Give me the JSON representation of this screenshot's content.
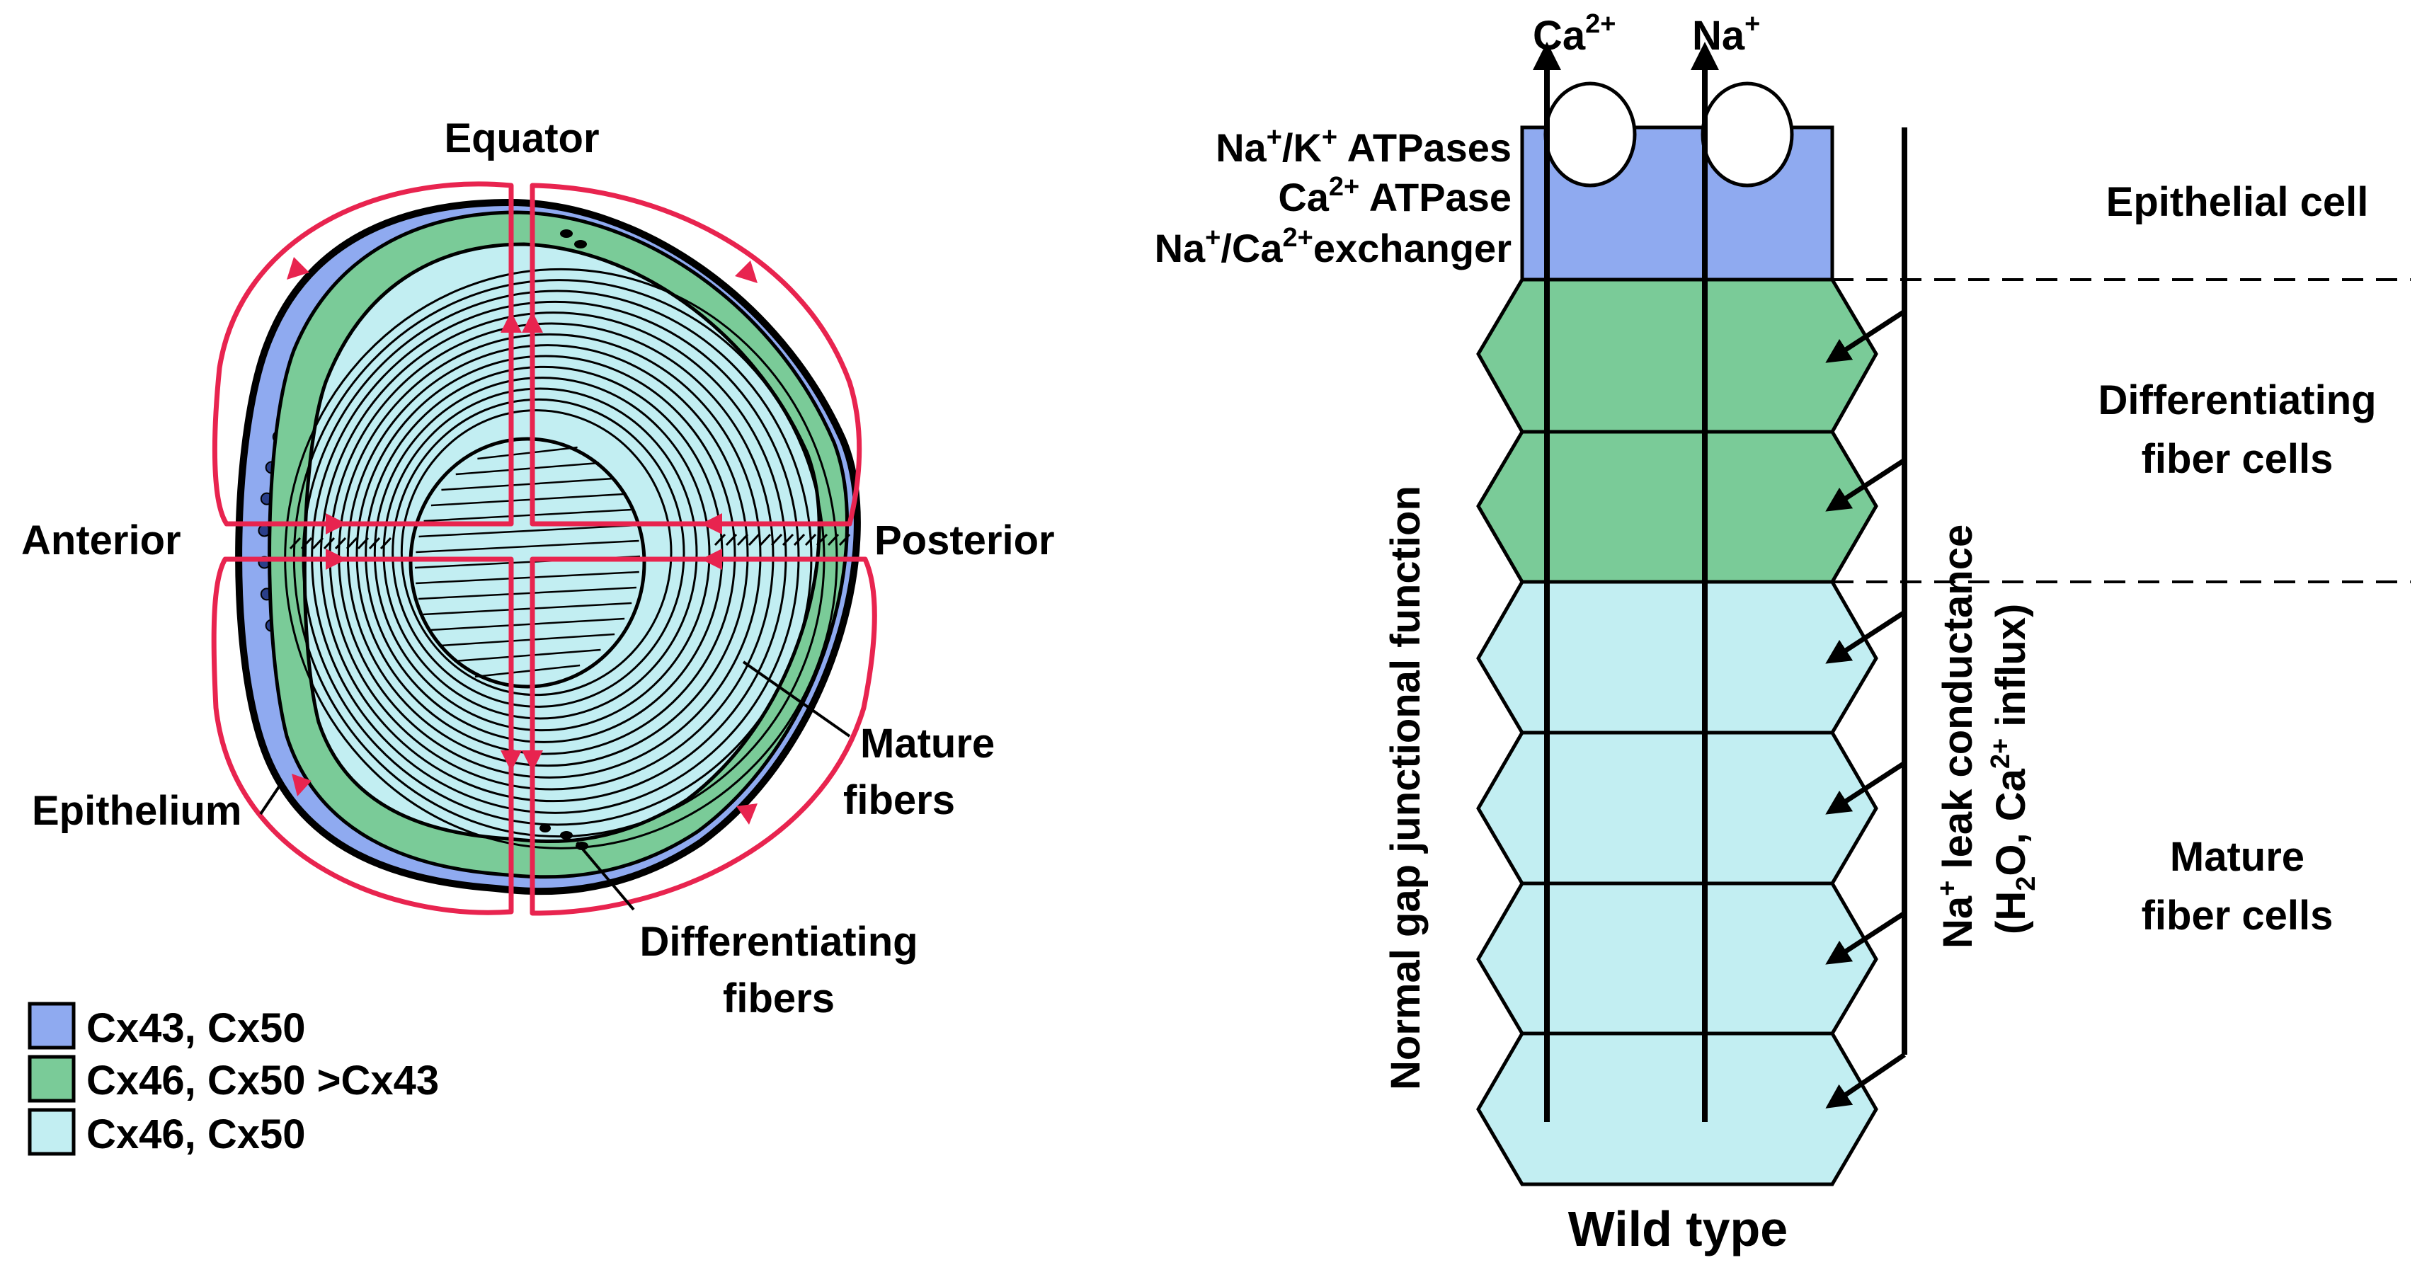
{
  "colors": {
    "epithelium": "#8faaf0",
    "differentiating": "#7acb98",
    "mature": "#c2eef2",
    "circulation": "#e8244f",
    "outline": "#000000"
  },
  "lens": {
    "equator": "Equator",
    "anterior": "Anterior",
    "posterior": "Posterior",
    "epithelium": "Epithelium",
    "mature_line1": "Mature",
    "mature_line2": "fibers",
    "diff_line1": "Differentiating",
    "diff_line2": "fibers"
  },
  "legend": [
    {
      "label": "Cx43, Cx50",
      "color": "#8faaf0"
    },
    {
      "label": "Cx46, Cx50 >Cx43",
      "color": "#7acb98"
    },
    {
      "label": "Cx46, Cx50",
      "color": "#c2eef2"
    }
  ],
  "model": {
    "ca": "Ca",
    "ca_sup": "2+",
    "na": "Na",
    "na_sup": "+",
    "pump1_a": "Na",
    "pump1_s1": "+",
    "pump1_b": "/K",
    "pump1_s2": "+",
    "pump1_c": " ATPases",
    "pump2_a": "Ca",
    "pump2_s": "2+",
    "pump2_b": " ATPase",
    "pump3_a": "Na",
    "pump3_s1": "+",
    "pump3_b": "/Ca",
    "pump3_s2": "2+",
    "pump3_c": "exchanger",
    "gap_label": "Normal gap junctional function",
    "leak_a": "Na",
    "leak_s": "+",
    "leak_b": " leak conductance",
    "leak2_a": "(H",
    "leak2_sub": "2",
    "leak2_b": "O, Ca",
    "leak2_s": "2+",
    "leak2_c": " influx)",
    "zone_epi": "Epithelial cell",
    "zone_diff_1": "Differentiating",
    "zone_diff_2": "fiber cells",
    "zone_mature_1": "Mature",
    "zone_mature_2": "fiber cells",
    "wild_type": "Wild type"
  }
}
